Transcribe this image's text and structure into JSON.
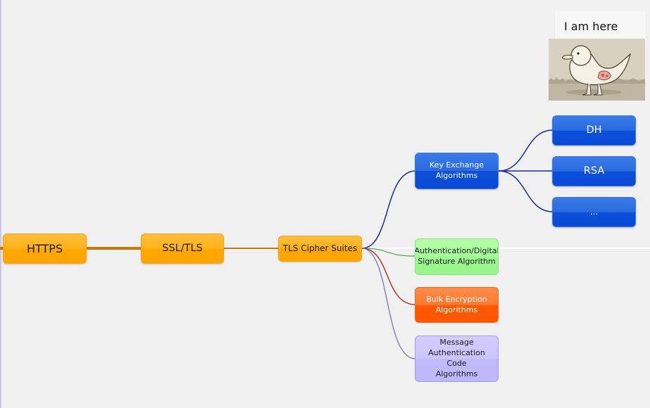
{
  "position_marker": {
    "label": "I am here",
    "image_icon": "duck-illustration-icon"
  },
  "nodes": {
    "https": "HTTPS",
    "ssl_tls": "SSL/TLS",
    "tls_cipher_suites": "TLS Cipher Suites",
    "key_exchange": [
      "Key Exchange",
      "Algorithms"
    ],
    "authentication": [
      "Authentication/Digital",
      "Signature Algorithm"
    ],
    "bulk_encryption": [
      "Bulk Encryption",
      "Algorithms"
    ],
    "mac": [
      "Message",
      "Authentication Code",
      "Algorithms"
    ],
    "dh": "DH",
    "rsa": "RSA",
    "more": "..."
  },
  "colors": {
    "background": "#f0f0f0",
    "orange_node": "#ffa800",
    "blue_node": "#0b4fd9",
    "green_node": "#9cf890",
    "red_node": "#ff5a00",
    "purple_node": "#c2b9fb",
    "trunk_line": "#c87800",
    "key_exchange_line": "#1a2aa0",
    "auth_line": "#50b040",
    "bulk_line": "#b02010",
    "mac_line": "#8070c0"
  }
}
